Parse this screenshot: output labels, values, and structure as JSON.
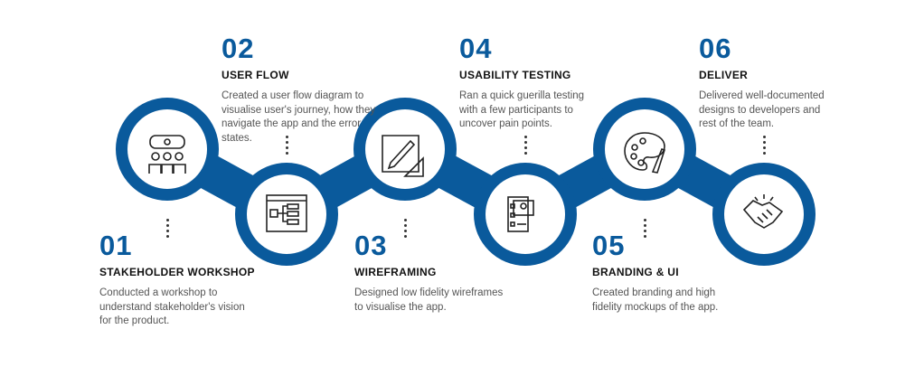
{
  "accent": "#0a5a9c",
  "steps": [
    {
      "num": "01",
      "title": "STAKEHOLDER WORKSHOP",
      "desc": "Conducted a workshop to understand stakeholder's vision for the product.",
      "icon": "workshop-icon"
    },
    {
      "num": "02",
      "title": "USER FLOW",
      "desc": "Created a user flow diagram to visualise user's journey, how they navigate the app and the error states.",
      "icon": "flowchart-icon"
    },
    {
      "num": "03",
      "title": "WIREFRAMING",
      "desc": "Designed low fidelity wireframes to visualise the app.",
      "icon": "blueprint-pencil-icon"
    },
    {
      "num": "04",
      "title": "USABILITY TESTING",
      "desc": "Ran a quick guerilla testing with a few participants to uncover pain points.",
      "icon": "checklist-user-icon"
    },
    {
      "num": "05",
      "title": "BRANDING & UI",
      "desc": "Created branding and high fidelity mockups of the app.",
      "icon": "palette-icon"
    },
    {
      "num": "06",
      "title": "DELIVER",
      "desc": "Delivered well-documented designs to developers and rest of the team.",
      "icon": "handshake-icon"
    }
  ]
}
